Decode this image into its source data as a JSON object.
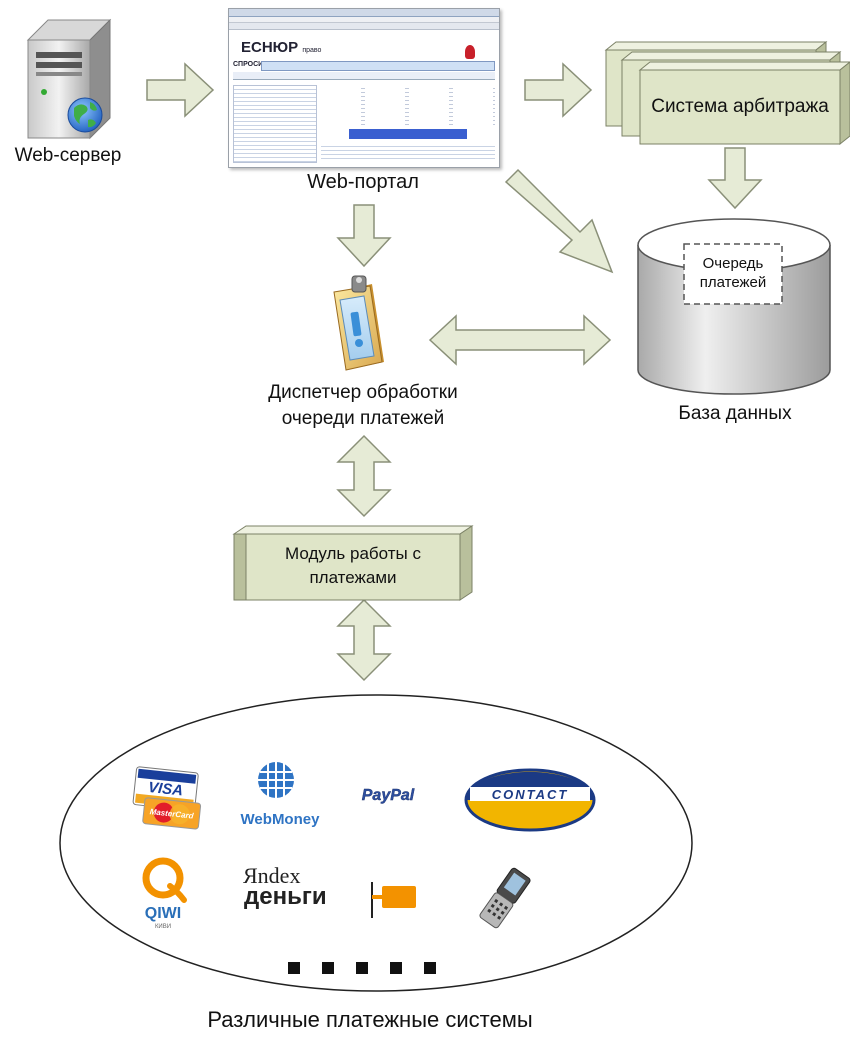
{
  "labels": {
    "web_server": "Web-сервер",
    "web_portal": "Web-портал",
    "arbitration": "Система арбитража",
    "database": "База данных",
    "payment_queue": "Очередь платежей",
    "dispatcher_line1": "Диспетчер обработки",
    "dispatcher_line2": "очереди платежей",
    "payment_module_line1": "Модуль работы с",
    "payment_module_line2": "платежами",
    "payment_systems": "Различные платежные системы"
  },
  "portal_screenshot": {
    "site_name": "ЕСНЮР",
    "site_suffix": "право",
    "search_label": "СПРОСИ"
  },
  "payment_logos": [
    {
      "name": "VISA",
      "sub": "MasterCard"
    },
    {
      "name": "WebMoney"
    },
    {
      "name": "PayPal"
    },
    {
      "name": "CONTACT"
    },
    {
      "name": "QIWI",
      "sub": "КИВИ"
    },
    {
      "name": "Яndex",
      "sub": "деньги"
    },
    {
      "name": "mobile-phone"
    }
  ],
  "colors": {
    "arrow_fill": "#e6ebd6",
    "arrow_stroke": "#8a9078",
    "box_front": "#dfe5c8",
    "box_side": "#b9c09c",
    "cylinder_grey": "#d4d4d4"
  }
}
